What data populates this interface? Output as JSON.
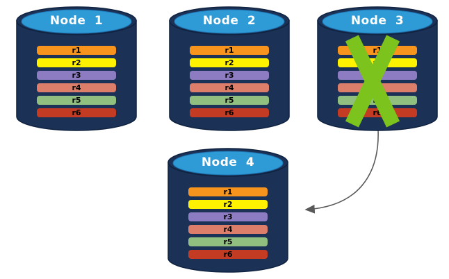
{
  "canvas": {
    "background": "#FFFFFF"
  },
  "colors": {
    "cylinder_body": "#1B3156",
    "cylinder_outline": "#0F2240",
    "cylinder_top": "#2E9AD6",
    "cylinder_top_outline": "#1E77B4",
    "title_text": "#FFFFFF",
    "record_text": "#000000"
  },
  "cross": {
    "icon": "failed-node-x-icon",
    "color": "#7CC31D"
  },
  "arrow": {
    "from": "Node 3",
    "to": "Node 4",
    "color": "#595959"
  },
  "nodes": [
    {
      "title": "Node 1",
      "crossed_out": false,
      "records": [
        {
          "label": "r1",
          "color": "#F7941D"
        },
        {
          "label": "r2",
          "color": "#FFF200"
        },
        {
          "label": "r3",
          "color": "#8E7CC3"
        },
        {
          "label": "r4",
          "color": "#DD7E6B"
        },
        {
          "label": "r5",
          "color": "#90BF80"
        },
        {
          "label": "r6",
          "color": "#C23B22"
        }
      ]
    },
    {
      "title": "Node 2",
      "crossed_out": false,
      "records": [
        {
          "label": "r1",
          "color": "#F7941D"
        },
        {
          "label": "r2",
          "color": "#FFF200"
        },
        {
          "label": "r3",
          "color": "#8E7CC3"
        },
        {
          "label": "r4",
          "color": "#DD7E6B"
        },
        {
          "label": "r5",
          "color": "#90BF80"
        },
        {
          "label": "r6",
          "color": "#C23B22"
        }
      ]
    },
    {
      "title": "Node 3",
      "crossed_out": true,
      "records": [
        {
          "label": "r1",
          "color": "#F7941D"
        },
        {
          "label": "r2",
          "color": "#FFF200"
        },
        {
          "label": "r3",
          "color": "#8E7CC3"
        },
        {
          "label": "r4",
          "color": "#DD7E6B"
        },
        {
          "label": "r5",
          "color": "#90BF80"
        },
        {
          "label": "r6",
          "color": "#C23B22"
        }
      ]
    },
    {
      "title": "Node 4",
      "crossed_out": false,
      "records": [
        {
          "label": "r1",
          "color": "#F7941D"
        },
        {
          "label": "r2",
          "color": "#FFF200"
        },
        {
          "label": "r3",
          "color": "#8E7CC3"
        },
        {
          "label": "r4",
          "color": "#DD7E6B"
        },
        {
          "label": "r5",
          "color": "#90BF80"
        },
        {
          "label": "r6",
          "color": "#C23B22"
        }
      ]
    }
  ]
}
